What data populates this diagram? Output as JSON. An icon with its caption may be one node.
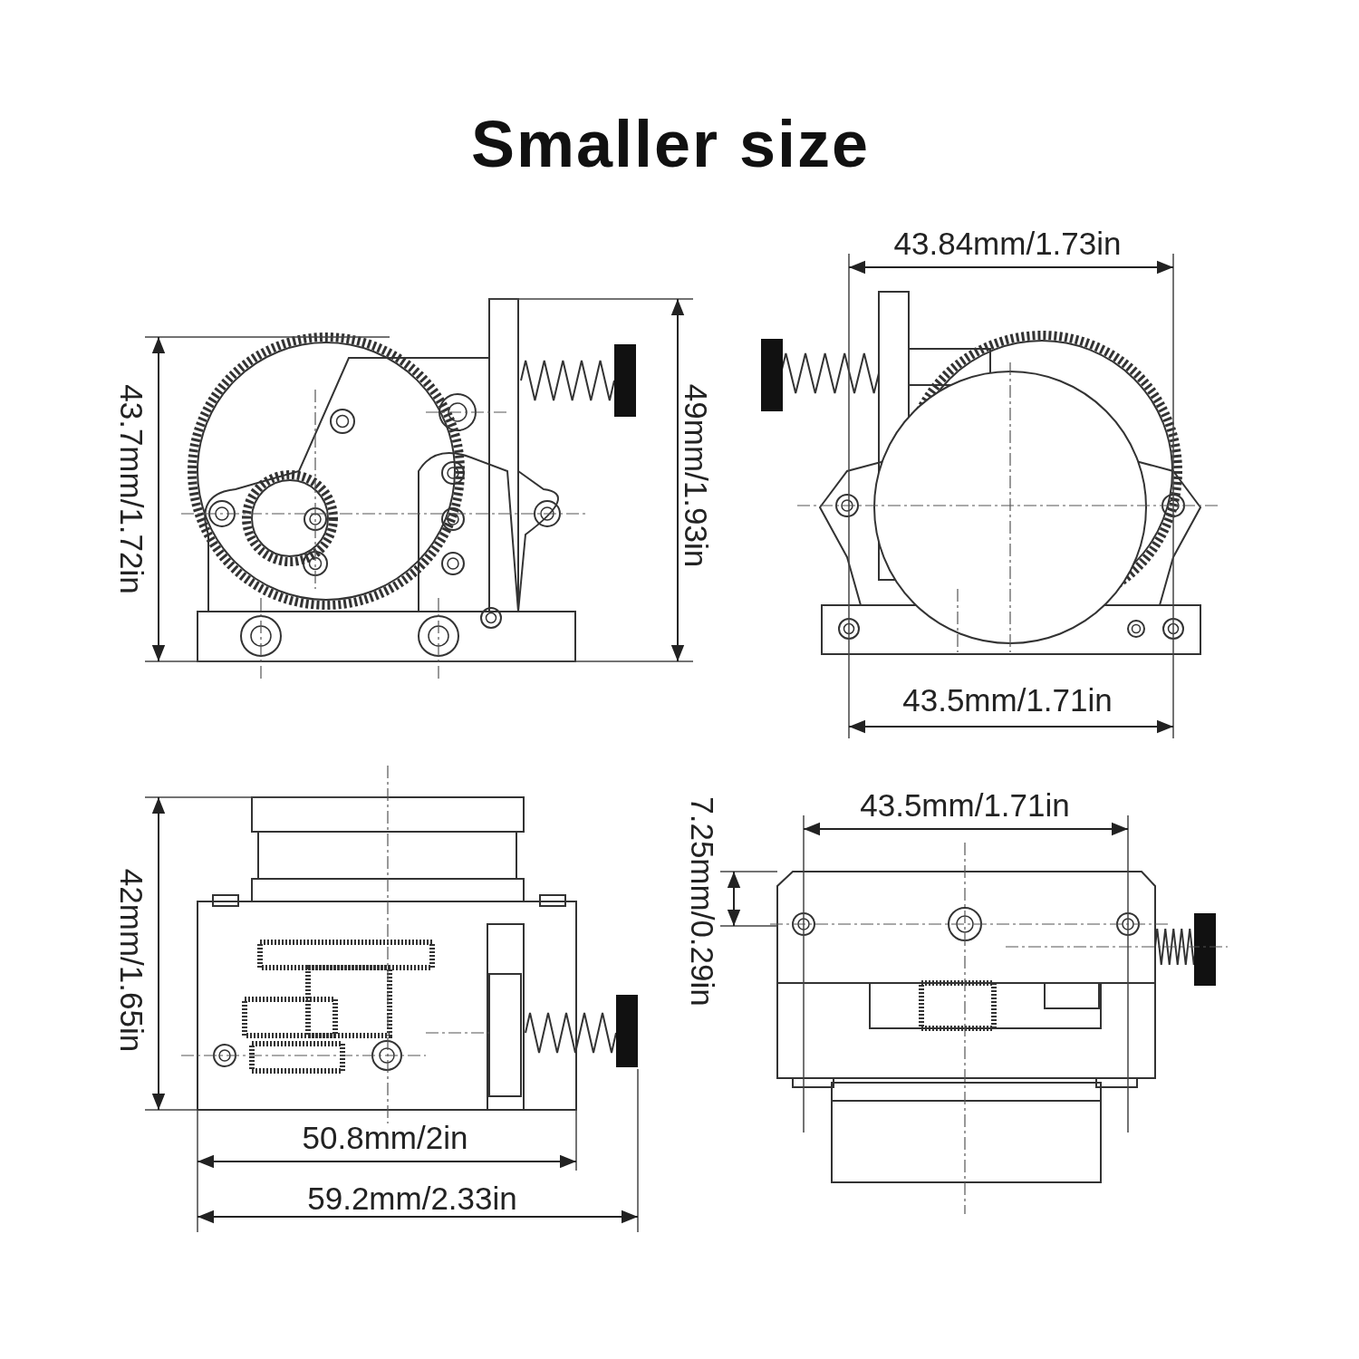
{
  "diagram": {
    "title": "Smaller size",
    "labels": [
      "43.84mm/1.73in",
      "43.7mm/1.72in",
      "49mm/1.93in",
      "43.5mm/1.71in",
      "7.25mm/0.29in",
      "43.5mm/1.71in",
      "42mm/1.65in",
      "50.8mm/2in",
      "59.2mm/2.33in"
    ]
  }
}
